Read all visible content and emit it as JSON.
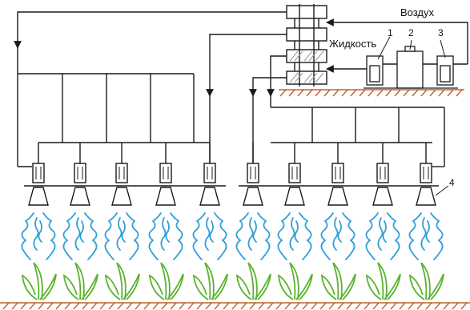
{
  "labels": {
    "air": "Воздух",
    "liquid": "Жидкость",
    "n1": "1",
    "n2": "2",
    "n3": "3",
    "n4": "4"
  },
  "colors": {
    "line": "#1a1a1a",
    "spray": "#2f9fd8",
    "plant": "#5ab32e",
    "ground": "#c0622a",
    "hatch": "#999999"
  },
  "counts": {
    "nozzles_per_group": 5,
    "groups": 2,
    "plants": 10
  }
}
